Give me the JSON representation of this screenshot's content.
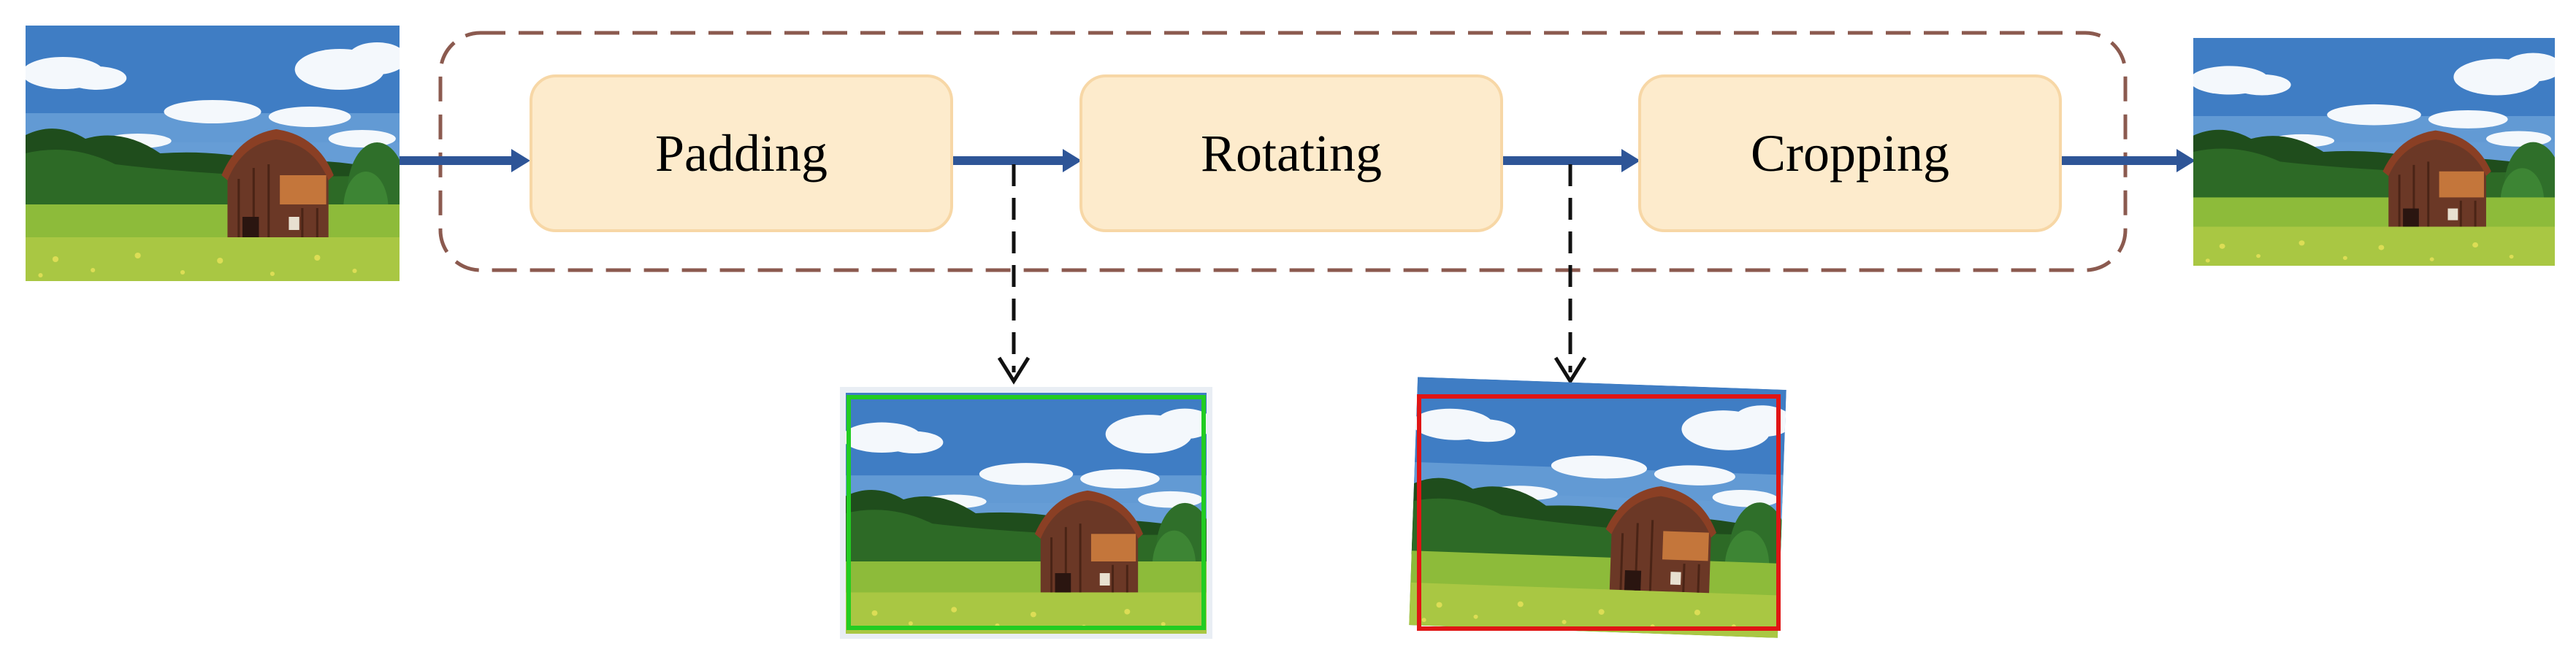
{
  "pipeline": {
    "steps": [
      {
        "label": "Padding"
      },
      {
        "label": "Rotating"
      },
      {
        "label": "Cropping"
      }
    ]
  },
  "colors": {
    "step_fill": "#fdebcc",
    "step_border": "#f7d7a6",
    "group_border": "#8b5a4f",
    "flow_arrow": "#2e5597",
    "branch_arrow": "#111111",
    "padding_frame": "#22cc22",
    "rotating_frame": "#e01515"
  },
  "images": {
    "input": "barn-landscape-photo",
    "output": "barn-landscape-photo-cropped",
    "padded": "barn-landscape-photo-padded",
    "rotated": "barn-landscape-photo-rotated"
  }
}
